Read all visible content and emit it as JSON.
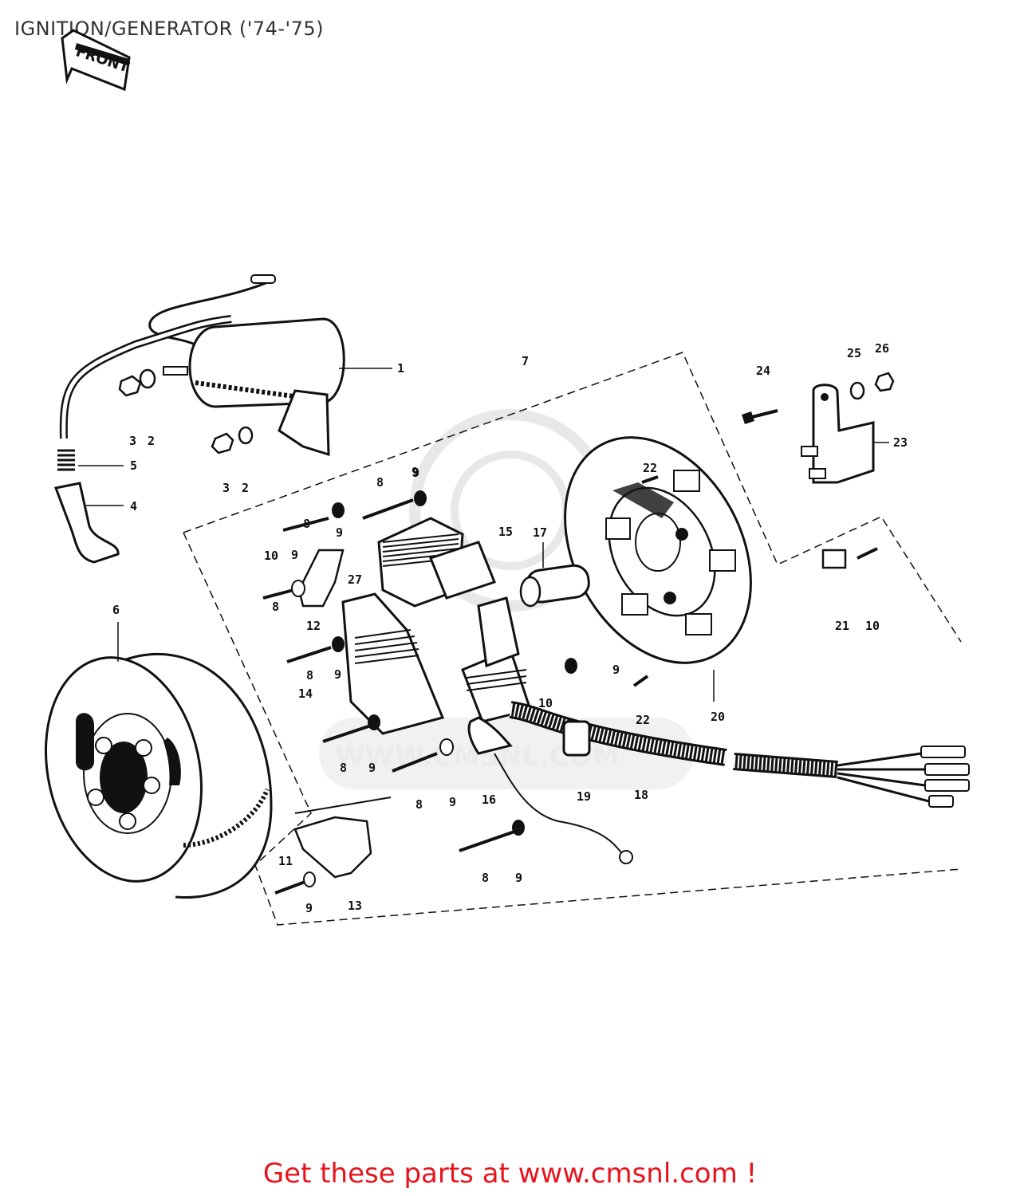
{
  "title": "IGNITION/GENERATOR ('74-'75)",
  "front_label": "FRONT",
  "watermark": "WWW.CMSNL.COM",
  "footer": {
    "text": "Get these parts at www.cmsnl.com !",
    "color": "#e8141c"
  },
  "callouts": [
    {
      "id": "c1",
      "label": "1"
    },
    {
      "id": "c2a",
      "label": "2"
    },
    {
      "id": "c2b",
      "label": "2"
    },
    {
      "id": "c3a",
      "label": "3"
    },
    {
      "id": "c3b",
      "label": "3"
    },
    {
      "id": "c4",
      "label": "4"
    },
    {
      "id": "c5",
      "label": "5"
    },
    {
      "id": "c6",
      "label": "6"
    },
    {
      "id": "c7",
      "label": "7"
    },
    {
      "id": "c8a",
      "label": "8"
    },
    {
      "id": "c8b",
      "label": "8"
    },
    {
      "id": "c8c",
      "label": "8"
    },
    {
      "id": "c8d",
      "label": "8"
    },
    {
      "id": "c8e",
      "label": "8"
    },
    {
      "id": "c8f",
      "label": "8"
    },
    {
      "id": "c8g",
      "label": "8"
    },
    {
      "id": "c9a",
      "label": "9"
    },
    {
      "id": "c9b",
      "label": "9"
    },
    {
      "id": "c9c",
      "label": "9"
    },
    {
      "id": "c9d",
      "label": "9"
    },
    {
      "id": "c9e",
      "label": "9"
    },
    {
      "id": "c9f",
      "label": "9"
    },
    {
      "id": "c9g",
      "label": "9"
    },
    {
      "id": "c9h",
      "label": "9"
    },
    {
      "id": "c9i",
      "label": "9"
    },
    {
      "id": "c9j",
      "label": "9"
    },
    {
      "id": "c10a",
      "label": "10"
    },
    {
      "id": "c10b",
      "label": "10"
    },
    {
      "id": "c10c",
      "label": "10"
    },
    {
      "id": "c11",
      "label": "11"
    },
    {
      "id": "c12",
      "label": "12"
    },
    {
      "id": "c13",
      "label": "13"
    },
    {
      "id": "c14",
      "label": "14"
    },
    {
      "id": "c15",
      "label": "15"
    },
    {
      "id": "c16",
      "label": "16"
    },
    {
      "id": "c17",
      "label": "17"
    },
    {
      "id": "c18",
      "label": "18"
    },
    {
      "id": "c19",
      "label": "19"
    },
    {
      "id": "c20",
      "label": "20"
    },
    {
      "id": "c21",
      "label": "21"
    },
    {
      "id": "c22a",
      "label": "22"
    },
    {
      "id": "c22b",
      "label": "22"
    },
    {
      "id": "c23",
      "label": "23"
    },
    {
      "id": "c24",
      "label": "24"
    },
    {
      "id": "c25",
      "label": "25"
    },
    {
      "id": "c26",
      "label": "26"
    },
    {
      "id": "c27",
      "label": "27"
    }
  ]
}
